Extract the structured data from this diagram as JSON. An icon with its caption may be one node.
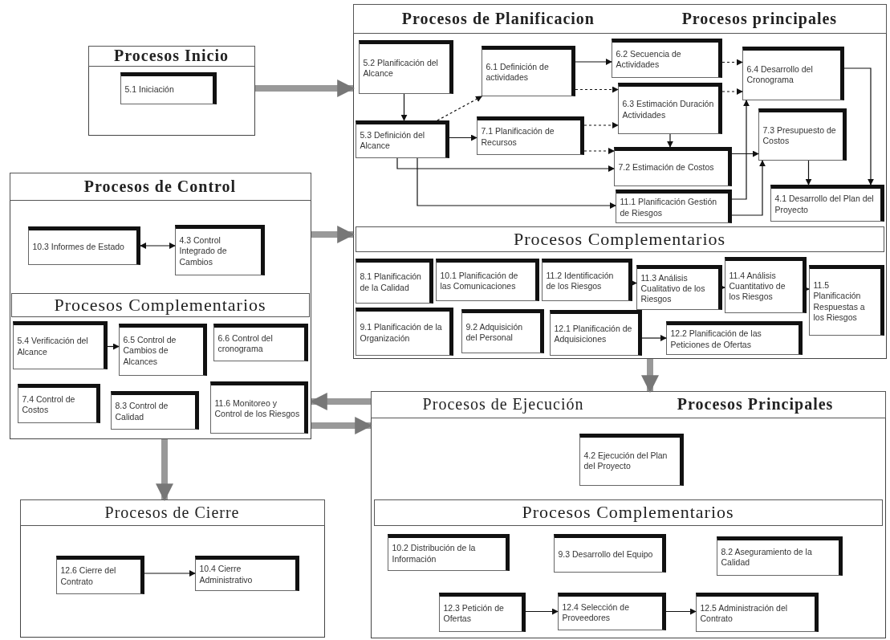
{
  "diagram": {
    "nodes": [
      {
        "text": [],
        "shape": "box"
      },
      {
        "text": [
          "5.1 Iniciación"
        ],
        "in": 0
      },
      {
        "text": [],
        "shape": "box"
      },
      {
        "text": [
          "5.2 Planificación del Alcance"
        ],
        "in": 2
      },
      {
        "text": [
          "6.1 Definición de actividades"
        ],
        "in": 2
      },
      {
        "text": [
          "6.2 Secuencia de Actividades"
        ],
        "in": 2
      },
      {
        "text": [
          "6.4 Desarrollo del Cronograma"
        ],
        "in": 2
      },
      {
        "text": [
          "6.3 Estimación Duración Actividades"
        ],
        "in": 2
      },
      {
        "text": [
          "5.3 Definición del Alcance"
        ],
        "in": 2
      },
      {
        "text": [
          "7.1 Planificación de Recursos"
        ],
        "in": 2
      },
      {
        "text": [
          "7.3 Presupuesto de Costos"
        ],
        "in": 2
      },
      {
        "text": [
          "7.2 Estimación de Costos"
        ],
        "in": 2
      },
      {
        "text": [
          "11.1 Planificación Gestión de Riesgos"
        ],
        "in": 2
      },
      {
        "text": [
          "4.1 Desarrollo del Plan del Proyecto"
        ],
        "in": 2
      },
      {
        "text": [
          "Procesos Complementarios"
        ],
        "in": 2
      },
      {
        "text": [
          "8.1 Planificación de la Calidad"
        ],
        "in": 2
      },
      {
        "text": [
          "10.1 Planificación de las Comunicaciones"
        ],
        "in": 2
      },
      {
        "text": [
          "11.2 Identificación de los Riesgos"
        ],
        "in": 2
      },
      {
        "text": [
          "11.3 Análisis Cualitativo de los Riesgos"
        ],
        "in": 2
      },
      {
        "text": [
          "11.4 Análisis Cuantitativo de los Riesgos"
        ],
        "in": 2
      },
      {
        "text": [
          "11.5 Planificación Respuestas a los Riesgos"
        ],
        "in": 2
      },
      {
        "text": [
          "9.1 Planificación de la Organización"
        ],
        "in": 2
      },
      {
        "text": [
          "9.2 Adquisición del Personal"
        ],
        "in": 2
      },
      {
        "text": [
          "12.1 Planificación de Adquisiciones"
        ],
        "in": 2
      },
      {
        "text": [
          "12.2 Planificación de las Peticiones de Ofertas"
        ],
        "in": 2
      },
      {
        "text": [],
        "shape": "box"
      },
      {
        "text": [
          "10.3 Informes de Estado"
        ],
        "in": 25
      },
      {
        "text": [
          "4.3 Control Integrado de Cambios"
        ],
        "in": 25
      },
      {
        "text": [
          "Procesos Complementarios"
        ],
        "in": 25
      },
      {
        "text": [
          "5.4 Verificación del Alcance"
        ],
        "in": 25
      },
      {
        "text": [
          "6.5 Control de Cambios de Alcances"
        ],
        "in": 25
      },
      {
        "text": [
          "6.6 Control del cronograma"
        ],
        "in": 25
      },
      {
        "text": [
          "7.4 Control de Costos"
        ],
        "in": 25
      },
      {
        "text": [
          "8.3 Control de Calidad"
        ],
        "in": 25
      },
      {
        "text": [
          "11.6 Monitoreo y Control de los Riesgos"
        ],
        "in": 25
      },
      {
        "text": [],
        "shape": "box"
      },
      {
        "text": [
          "4.2 Ejecución del Plan del Proyecto"
        ],
        "in": 35
      },
      {
        "text": [
          "Procesos Complementarios"
        ],
        "in": 35
      },
      {
        "text": [
          "10.2 Distribución de la Información"
        ],
        "in": 35
      },
      {
        "text": [
          "9.3 Desarrollo del Equipo"
        ],
        "in": 35
      },
      {
        "text": [
          "8.2 Aseguramiento de la Calidad"
        ],
        "in": 35
      },
      {
        "text": [
          "12.3 Petición de Ofertas"
        ],
        "in": 35
      },
      {
        "text": [
          "12.4 Selección de Proveedores"
        ],
        "in": 35
      },
      {
        "text": [
          "12.5 Administración del Contrato"
        ],
        "in": 35
      },
      {
        "text": [],
        "shape": "box"
      },
      {
        "text": [
          "12.6 Cierre del Contrato"
        ],
        "in": 44
      },
      {
        "text": [
          "10.4 Cierre Administrativo"
        ],
        "in": 44
      },
      {
        "text": [
          "Procesos Inicio"
        ],
        "in": 0
      },
      {
        "text": [
          "Procesos de Planificacion",
          "Procesos principales"
        ],
        "in": 2
      },
      {
        "text": [
          "Procesos de Control"
        ],
        "in": 25
      },
      {
        "text": [
          "Procesos de Ejecución",
          "Procesos Principales"
        ],
        "in": 35
      },
      {
        "text": [
          "Procesos de Cierre"
        ],
        "in": 44
      }
    ],
    "edges": [
      {
        "from": 0,
        "to": 2,
        "arrow": "to",
        "style": "thick",
        "color": "#999999"
      },
      {
        "from": 25,
        "to": 2,
        "arrow": "to",
        "style": "thick",
        "color": "#999999"
      },
      {
        "from": 2,
        "to": 35,
        "arrow": "to",
        "style": "thick",
        "color": "#999999"
      },
      {
        "from": 35,
        "to": 25,
        "arrow": "to",
        "style": "thick",
        "color": "#999999"
      },
      {
        "from": 25,
        "to": 35,
        "arrow": "to",
        "style": "thick",
        "color": "#999999"
      },
      {
        "from": 25,
        "to": 44,
        "arrow": "to",
        "style": "thick",
        "color": "#999999"
      },
      {
        "from": 3,
        "to": 8,
        "arrow": "to"
      },
      {
        "from": 8,
        "to": 4,
        "arrow": "to",
        "style": "dashed"
      },
      {
        "from": 8,
        "to": 9,
        "arrow": "to"
      },
      {
        "from": 8,
        "to": 11,
        "arrow": "to"
      },
      {
        "from": 8,
        "to": 12,
        "arrow": "to"
      },
      {
        "from": 4,
        "to": 5,
        "arrow": "to"
      },
      {
        "from": 4,
        "to": 7,
        "arrow": "to",
        "style": "dashed"
      },
      {
        "from": 9,
        "to": 7,
        "arrow": "to",
        "style": "dashed"
      },
      {
        "from": 9,
        "to": 11,
        "arrow": "to",
        "style": "dashed"
      },
      {
        "from": 5,
        "to": 6,
        "arrow": "to",
        "style": "dashed"
      },
      {
        "from": 7,
        "to": 6,
        "arrow": "to",
        "style": "dashed"
      },
      {
        "from": 7,
        "to": 11,
        "arrow": "to"
      },
      {
        "from": 11,
        "to": 10,
        "arrow": "to"
      },
      {
        "from": 12,
        "to": 6,
        "arrow": "to"
      },
      {
        "from": 12,
        "to": 10,
        "arrow": "to"
      },
      {
        "from": 6,
        "to": 13,
        "arrow": "to"
      },
      {
        "from": 10,
        "to": 13,
        "arrow": "to"
      },
      {
        "from": 17,
        "to": 18,
        "arrow": "to"
      },
      {
        "from": 18,
        "to": 19,
        "arrow": "to"
      },
      {
        "from": 19,
        "to": 20,
        "arrow": "to"
      },
      {
        "from": 23,
        "to": 24,
        "arrow": "to"
      },
      {
        "from": 26,
        "to": 27,
        "arrow": "both"
      },
      {
        "from": 29,
        "to": 30,
        "arrow": "to"
      },
      {
        "from": 41,
        "to": 42,
        "arrow": "to"
      },
      {
        "from": 42,
        "to": 43,
        "arrow": "to"
      },
      {
        "from": 45,
        "to": 46,
        "arrow": "to"
      }
    ]
  }
}
